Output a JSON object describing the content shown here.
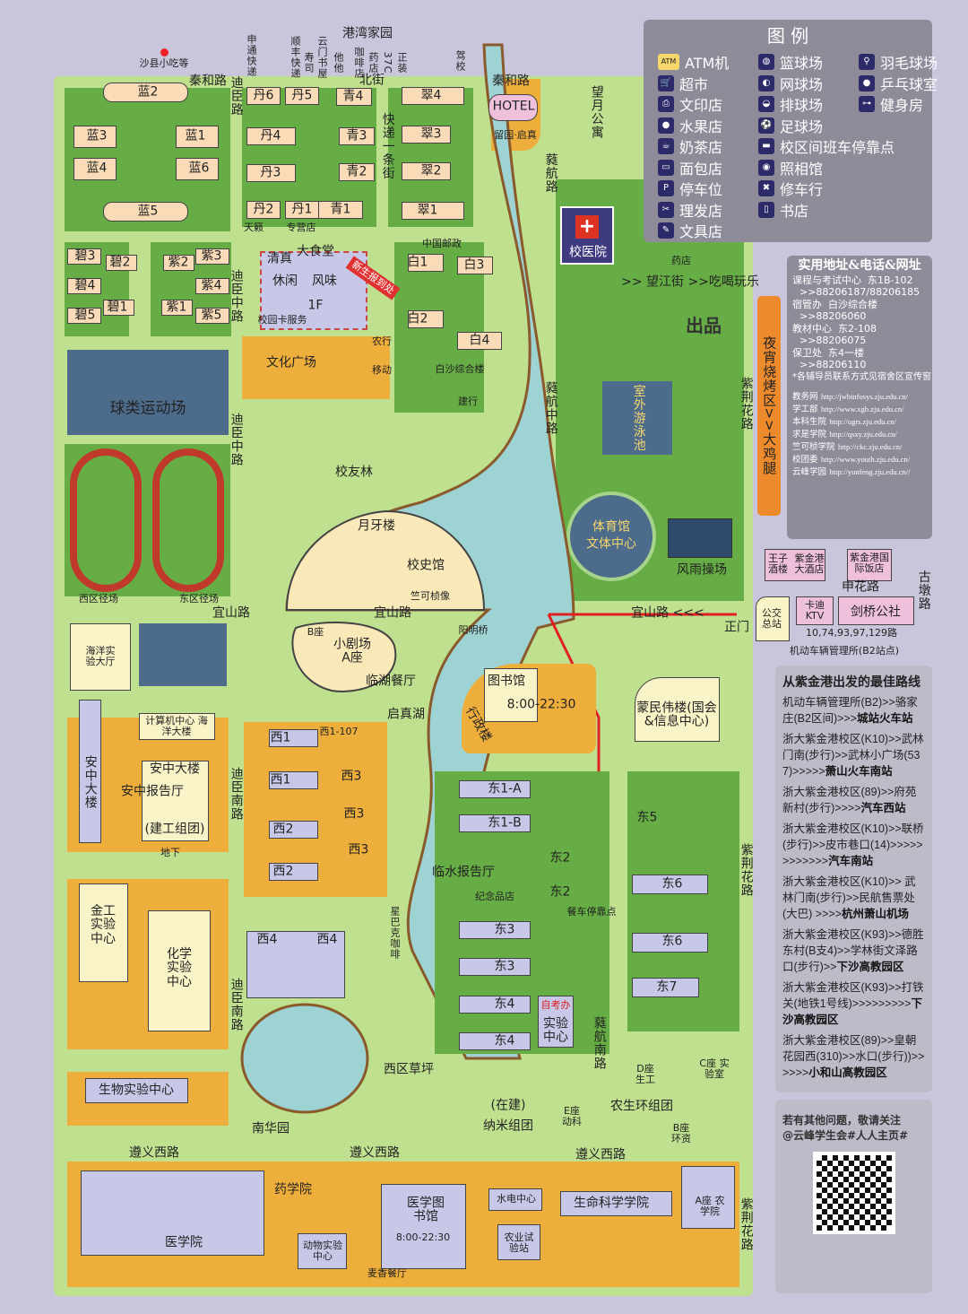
{
  "colors": {
    "background": "#c9c6dc",
    "grass": "#66ad45",
    "road": "#bfe08f",
    "building": "#f9dbb7",
    "plaza": "#eeae3c",
    "water": "#9ed3d4",
    "route": "#e02020",
    "panel": "#8e8c99",
    "night_food": "#ec8a2c"
  },
  "legend": {
    "title": "图 例",
    "items": [
      {
        "icon": "atm-icon",
        "label": "ATM机"
      },
      {
        "icon": "supermarket-icon",
        "label": "超市"
      },
      {
        "icon": "print-shop-icon",
        "label": "文印店"
      },
      {
        "icon": "fruit-shop-icon",
        "label": "水果店"
      },
      {
        "icon": "milk-tea-icon",
        "label": "奶茶店"
      },
      {
        "icon": "bakery-icon",
        "label": "面包店"
      },
      {
        "icon": "parking-icon",
        "label": "停车位"
      },
      {
        "icon": "barber-icon",
        "label": "理发店"
      },
      {
        "icon": "stationery-icon",
        "label": "文具店"
      },
      {
        "icon": "basketball-icon",
        "label": "篮球场"
      },
      {
        "icon": "tennis-icon",
        "label": "网球场"
      },
      {
        "icon": "volleyball-icon",
        "label": "排球场"
      },
      {
        "icon": "football-icon",
        "label": "足球场"
      },
      {
        "icon": "shuttle-bus-icon",
        "label": "校区间班车停靠点"
      },
      {
        "icon": "camera-icon",
        "label": "照相馆"
      },
      {
        "icon": "bike-repair-icon",
        "label": "修车行"
      },
      {
        "icon": "bookstore-icon",
        "label": "书店"
      },
      {
        "icon": "badminton-icon",
        "label": "羽毛球场"
      },
      {
        "icon": "ping-pong-icon",
        "label": "乒乓球室"
      },
      {
        "icon": "gym-icon",
        "label": "健身房"
      }
    ]
  },
  "info_panel": {
    "title": "实用地址&电话&网址",
    "entries": [
      {
        "name": "课程与考试中心",
        "place": "东1B-102",
        "phone": ">>88206187/88206185"
      },
      {
        "name": "宿管办",
        "place": "白沙综合楼",
        "phone": ">>88206060"
      },
      {
        "name": "教材中心",
        "place": "东2-108",
        "phone": ">>88206075"
      },
      {
        "name": "保卫处",
        "place": "东4一楼",
        "phone": ">>88206110"
      }
    ],
    "note": "*各辅导员联系方式见宿舍区宣传窗",
    "links": [
      {
        "name": "教务网",
        "url": "http://jwbinfosys.zju.edu.cn/"
      },
      {
        "name": "学工部",
        "url": "http://www.xgb.zju.edu.cn/"
      },
      {
        "name": "本科生院",
        "url": "http://ugrs.zju.edu.cn/"
      },
      {
        "name": "求是学院",
        "url": "http://qsxy.zju.edu.cn/"
      },
      {
        "name": "竺可桢学院",
        "url": "http://ckc.zju.edu.cn/"
      },
      {
        "name": "校团委",
        "url": "http://www.youth.zju.edu.cn/"
      },
      {
        "name": "云峰学园",
        "url": "http://yunfeng.zju.edu.cn//"
      }
    ]
  },
  "night_food": "夜宵烧烤区>>大鸡腿",
  "routes_panel": {
    "title": "从紫金港出发的最佳路线",
    "routes": [
      {
        "path": "机动车辆管理所(B2)>>骆家庄(B2区间)>>>",
        "destination": "城站火车站"
      },
      {
        "path": "浙大紫金港校区(K10)>>武林门南(步行)>>武林小广场(537)>>>>>",
        "destination": "萧山火车南站"
      },
      {
        "path": "浙大紫金港校区(89)>>府苑新村(步行)>>>>",
        "destination": "汽车西站"
      },
      {
        "path": "浙大紫金港校区(K10)>>联桥(步行)>>皮市巷口(14)>>>>>>>>>>>>",
        "destination": "汽车南站"
      },
      {
        "path": "浙大紫金港校区(K10)>> 武林门南(步行)>>民航售票处(大巴) >>>>",
        "destination": "杭州萧山机场"
      },
      {
        "path": "浙大紫金港校区(K93)>>德胜东村(B支4)>>学林街文泽路口(步行)>>",
        "destination": "下沙高教园区"
      },
      {
        "path": "浙大紫金港校区(K93)>>打铁关(地铁1号线)>>>>>>>>>",
        "destination": "下沙高教园区"
      },
      {
        "path": "浙大紫金港校区(89)>>皇朝花园西(310)>>水口(步行))>>>>>>",
        "destination": "小和山高教园区"
      }
    ]
  },
  "footer": {
    "notice": "若有其他问题，敬请关注",
    "account": "@云峰学生会#人人主页#"
  },
  "map": {
    "roads": {
      "qinhe1": "秦和路",
      "qinhe2": "秦和路",
      "dichen": "迪臣路",
      "dichen_mid1": "迪臣中路",
      "dichen_mid2": "迪臣中路",
      "dichen_s1": "迪臣南路",
      "dichen_s2": "迪臣南路",
      "beijie": "北街",
      "kuaidi": "快递一条街",
      "shaoxing1": "蕤航路",
      "shaoxing_mid": "蕤航中路",
      "shaoxing_s": "蕤航南路",
      "zijing1": "紫荆花路",
      "zijing2": "紫荆花路",
      "zijing3": "紫荆花路",
      "yishan1": "宜山路",
      "yishan2": "宜山路",
      "yishan3": "宜山路 <<<",
      "zunyi1": "遵义西路",
      "zunyi2": "遵义西路",
      "zunyi3": "遵义西路",
      "shenhua": "申花路",
      "gudun": "古墩路",
      "wangjiang": ">> 望江街 >>吃喝玩乐",
      "yangming": "阳明桥"
    },
    "north": {
      "shaxian": "沙县小吃等",
      "gangwan": "港湾家园",
      "shentong": "申通快递",
      "shunfeng": "顺丰快递",
      "sushi": "寿司",
      "yunmen": "云门书屋",
      "tata": "他他",
      "coffee": "咖啡店",
      "drug": "药店",
      "c37": "37C",
      "suit": "正装",
      "driving": "驾校"
    },
    "buildings": {
      "lan2": "蓝2",
      "lan3": "蓝3",
      "lan1": "蓝1",
      "lan4": "蓝4",
      "lan6": "蓝6",
      "lan5": "蓝5",
      "dan6": "丹6",
      "dan5": "丹5",
      "dan4": "丹4",
      "dan3": "丹3",
      "dan2": "丹2",
      "dan1": "丹1",
      "qing4": "青4",
      "qing3": "青3",
      "qing2": "青2",
      "qing1": "青1",
      "cui4": "翠4",
      "cui3": "翠3",
      "cui2": "翠2",
      "cui1": "翠1",
      "hotel": "HOTEL",
      "liuyuan": "留园·启真",
      "wangyue": "望月公寓",
      "tianlai": "天籁",
      "zhuanying": "专营店",
      "bi3": "碧3",
      "bi2": "碧2",
      "bi4": "碧4",
      "bi1": "碧1",
      "bi5": "碧5",
      "zi3": "紫3",
      "zi2": "紫2",
      "zi4": "紫4",
      "zi1": "紫1",
      "zi5": "紫5",
      "canteen": "大食堂",
      "qingzhen": "清真",
      "xiuxian": "休闲",
      "fengwei": "风味",
      "f1": "1F",
      "card": "校园卡服务",
      "newborn": "新生报到处",
      "post": "中国邮政",
      "bai1": "白1",
      "bai3": "白3",
      "bai2": "白2",
      "bai4": "白4",
      "abc": "农行",
      "mobile": "移动",
      "baisha": "白沙综合楼",
      "ccb": "建行",
      "culture": "文化广场",
      "hospital": "校医院",
      "pharmacy": "药店",
      "ballfield": "球类运动场",
      "west_track": "西区径场",
      "east_track": "东区径场",
      "alumni": "校友林",
      "yueya": "月牙楼",
      "history": "校史馆",
      "statue": "竺可桢像",
      "pool": "室外游泳池",
      "gym1": "体育馆",
      "gym2": "文体中心",
      "rain": "风雨操场",
      "production": "出品",
      "wangzi": "王子酒楼",
      "zjg_hotel": "紫金港大酒店",
      "zjg_intl": "紫金港国际饭店",
      "bus_station": "公交总站",
      "ktv": "卡迪KTV",
      "cambridge": "剑桥公社",
      "bus_lines": "10,74,93,97,129路",
      "dmv": "机动车辆管理所(B2站点)",
      "main_gate": "正门",
      "ocean": "海洋实验大厅",
      "computer": "计算机中心 海洋大楼",
      "anzhong_v": "安中大楼",
      "anzhong": "安中大楼",
      "anzhong_hall": "安中报告厅",
      "jiangong": "(建工组团)",
      "underground": "地下",
      "jingong": "金工实验中心",
      "chem": "化学实验中心",
      "bio": "生物实验中心",
      "bzuo": "B座",
      "theater": "小剧场 A座",
      "lakeside": "临湖餐厅",
      "lake": "启真湖",
      "library": "图书馆",
      "lib_hours": "8:00-22:30",
      "admin": "行政楼",
      "mengmin": "蒙民伟楼(国会&信息中心)",
      "xi1a": "西1",
      "xi1_107": "西1-107",
      "xi1b": "西1",
      "xi3a": "西3",
      "xi3b": "西3",
      "xi2a": "西2",
      "xi3c": "西3",
      "xi2b": "西2",
      "xi4a": "西4",
      "xi4b": "西4",
      "dong1a": "东1-A",
      "dong1b": "东1-B",
      "linshui": "临水报告厅",
      "souvenir": "纪念品店",
      "dong2a": "东2",
      "dong2b": "东2",
      "foodtruck": "餐车停靠点",
      "dong3a": "东3",
      "dong3b": "东3",
      "dong4a": "东4",
      "dong4b": "东4",
      "zikao": "自考办",
      "lab": "实验中心",
      "dong5": "东5",
      "dong6a": "东6",
      "dong6b": "东6",
      "dong7": "东7",
      "starbucks": "星巴克咖啡",
      "west_lawn": "西区草坪",
      "nanhua": "南华园",
      "building_site": "(在建)",
      "nano": "纳米组团",
      "ezuo": "E座 动科",
      "dzuo": "D座 生工",
      "czuo": "C座 实验室",
      "nongsheng": "农生环组团",
      "bzuo2": "B座 环资",
      "azuo": "A座 农学院",
      "pharma": "药学院",
      "med_lib": "医学图书馆",
      "med_lib_hours": "8:00-22:30",
      "water_elec": "水电中心",
      "agri_station": "农业试验站",
      "life": "生命科学学院",
      "medical": "医学院",
      "animal": "动物实验中心",
      "maixiang": "麦香餐厅"
    }
  }
}
